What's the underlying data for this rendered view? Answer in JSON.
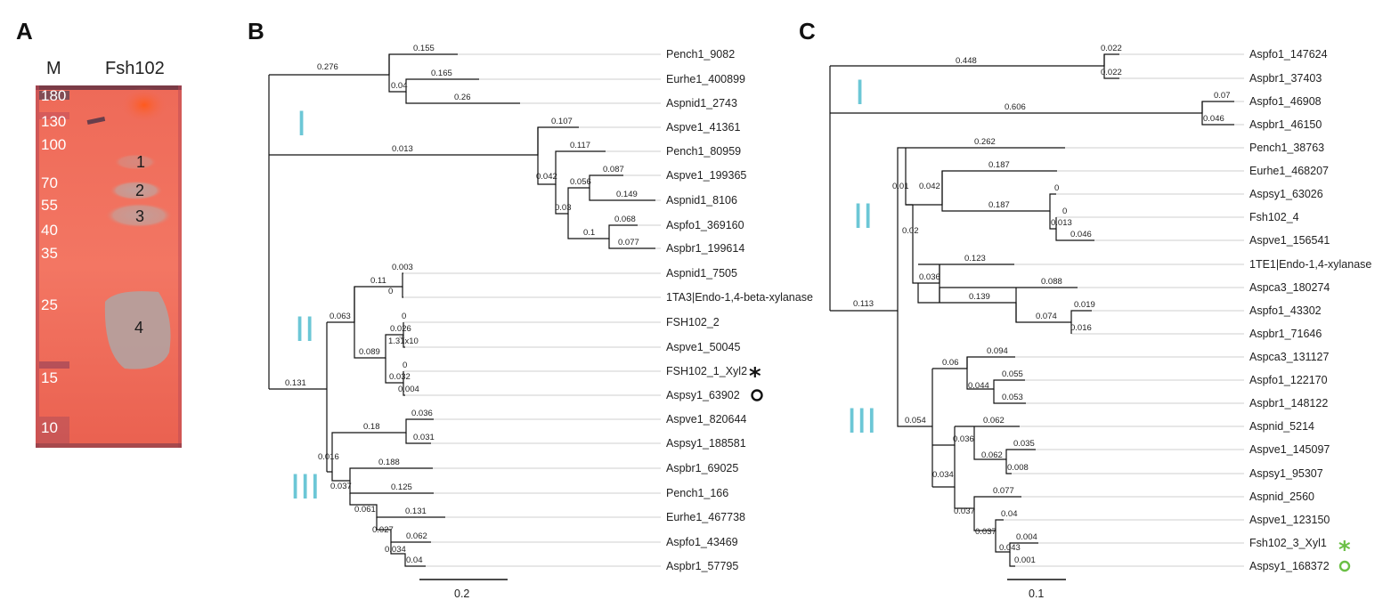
{
  "panel_a": {
    "letter": "A",
    "lane_labels": [
      "M",
      "Fsh102"
    ],
    "marker_labels": [
      "180",
      "130",
      "100",
      "70",
      "55",
      "40",
      "35",
      "25",
      "15",
      "10"
    ],
    "band_labels": [
      "1",
      "2",
      "3",
      "4"
    ]
  },
  "panel_b": {
    "letter": "B",
    "leaves": [
      "Pench1_9082",
      "Eurhe1_400899",
      "Aspnid1_2743",
      "Aspve1_41361",
      "Pench1_80959",
      "Aspve1_199365",
      "Aspnid1_8106",
      "Aspfo1_369160",
      "Aspbr1_199614",
      "Aspnid1_7505",
      "1TA3|Endo-1,4-beta-xylanase",
      "FSH102_2",
      "Aspve1_50045",
      "FSH102_1_Xyl2",
      "Aspsy1_63902",
      "Aspve1_820644",
      "Aspsy1_188581",
      "Aspbr1_69025",
      "Pench1_166",
      "Eurhe1_467738",
      "Aspfo1_43469",
      "Aspbr1_57795"
    ],
    "clade_labels": [
      "I",
      "II",
      "III"
    ],
    "markers": [
      "*",
      "O"
    ],
    "branch_lengths": [
      "0.155",
      "0.276",
      "0.165",
      "0.04",
      "0.26",
      "0.107",
      "0.013",
      "0.117",
      "0.087",
      "0.042",
      "0.056",
      "0.149",
      "0.03",
      "0.068",
      "0.1",
      "0.077",
      "0.003",
      "0.11",
      "0",
      "0.063",
      "0",
      "0.026",
      "1.31x10",
      "0.089",
      "0",
      "0.131",
      "0.032",
      "0.004",
      "0.036",
      "0.18",
      "0.031",
      "0.016",
      "0.188",
      "0.037",
      "0.125",
      "0.061",
      "0.131",
      "0.027",
      "0.062",
      "0.034",
      "0.04"
    ],
    "scale_label": "0.2"
  },
  "panel_c": {
    "letter": "C",
    "leaves": [
      "Aspfo1_147624",
      "Aspbr1_37403",
      "Aspfo1_46908",
      "Aspbr1_46150",
      "Pench1_38763",
      "Eurhe1_468207",
      "Aspsy1_63026",
      "Fsh102_4",
      "Aspve1_156541",
      "1TE1|Endo-1,4-xylanase",
      "Aspca3_180274",
      "Aspfo1_43302",
      "Aspbr1_71646",
      "Aspca3_131127",
      "Aspfo1_122170",
      "Aspbr1_148122",
      "Aspnid_5214",
      "Aspve1_145097",
      "Aspsy1_95307",
      "Aspnid_2560",
      "Aspve1_123150",
      "Fsh102_3_Xyl1",
      "Aspsy1_168372"
    ],
    "clade_labels": [
      "I",
      "II",
      "III"
    ],
    "markers": [
      "*",
      "O"
    ],
    "branch_lengths": [
      "0.022",
      "0.448",
      "0.022",
      "0.07",
      "0.606",
      "0.046",
      "0.262",
      "0.187",
      "0.01",
      "0.042",
      "0",
      "0.187",
      "0",
      "0.02",
      "0.013",
      "0.046",
      "0.123",
      "0.036",
      "0.088",
      "0.113",
      "0.139",
      "0.019",
      "0.074",
      "0.016",
      "0.094",
      "0.06",
      "0.055",
      "0.044",
      "0.053",
      "0.054",
      "0.062",
      "0.036",
      "0.035",
      "0.062",
      "0.008",
      "0.034",
      "0.077",
      "0.037",
      "0.04",
      "0.037",
      "0.004",
      "0.043",
      "0.001"
    ],
    "scale_label": "0.1"
  },
  "colors": {
    "clade": "#6cc7d6",
    "marker_b": "#111111",
    "marker_c": "#6abf45",
    "gel": "#f2705c"
  }
}
